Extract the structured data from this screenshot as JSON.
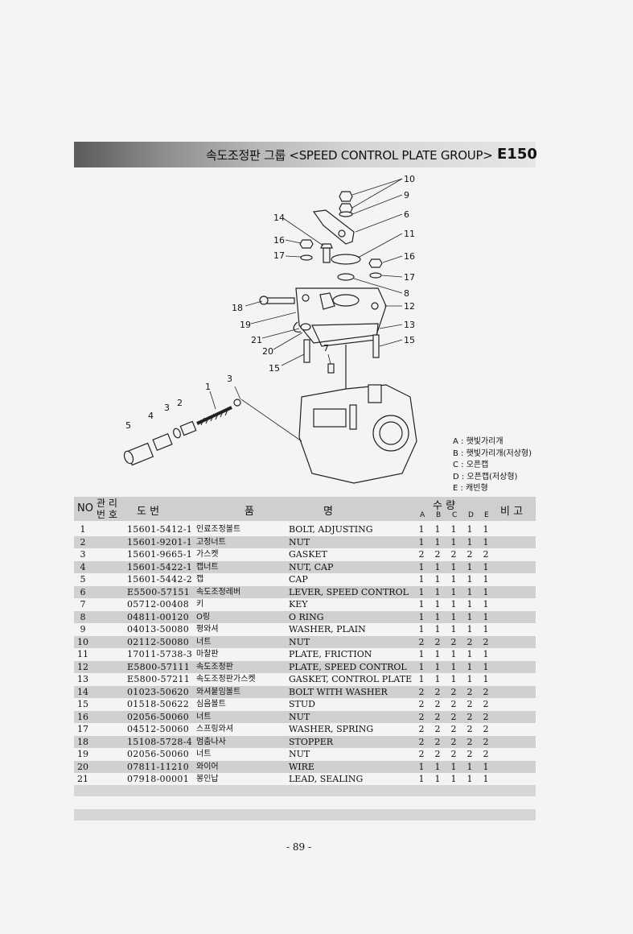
{
  "header": {
    "title": "속도조정판 그룹 <SPEED CONTROL PLATE GROUP>",
    "model": "E150"
  },
  "diagram": {
    "callouts": [
      "10",
      "9",
      "6",
      "14",
      "16",
      "17",
      "11",
      "16",
      "17",
      "8",
      "18",
      "12",
      "19",
      "13",
      "21",
      "15",
      "20",
      "7",
      "15",
      "3",
      "1",
      "3",
      "2",
      "4",
      "5"
    ]
  },
  "legend": [
    "A : 햇빛가리개",
    "B : 햇빛가리개(저상형)",
    "C : 오픈캡",
    "D : 오픈캡(저상형)",
    "E : 캐빈형"
  ],
  "table": {
    "head": {
      "no": "NO",
      "mgmt_top": "관 리",
      "mgmt_bottom": "번 호",
      "part_no": "도   번",
      "name_left": "품",
      "name_right": "명",
      "qty": "수    량",
      "qty_cols": [
        "A",
        "B",
        "C",
        "D",
        "E"
      ],
      "remarks": "비  고"
    },
    "rows": [
      {
        "no": "1",
        "part": "15601-5412-1",
        "kor": "인료조정볼트",
        "eng": "BOLT, ADJUSTING",
        "q": [
          "1",
          "1",
          "1",
          "1",
          "1"
        ]
      },
      {
        "no": "2",
        "part": "15601-9201-1",
        "kor": "고정너트",
        "eng": "NUT",
        "q": [
          "1",
          "1",
          "1",
          "1",
          "1"
        ]
      },
      {
        "no": "3",
        "part": "15601-9665-1",
        "kor": "가스켓",
        "eng": "GASKET",
        "q": [
          "2",
          "2",
          "2",
          "2",
          "2"
        ]
      },
      {
        "no": "4",
        "part": "15601-5422-1",
        "kor": "캡너트",
        "eng": "NUT, CAP",
        "q": [
          "1",
          "1",
          "1",
          "1",
          "1"
        ]
      },
      {
        "no": "5",
        "part": "15601-5442-2",
        "kor": "캡",
        "eng": "CAP",
        "q": [
          "1",
          "1",
          "1",
          "1",
          "1"
        ]
      },
      {
        "no": "6",
        "part": "E5500-57151",
        "kor": "속도조정레버",
        "eng": "LEVER, SPEED CONTROL",
        "q": [
          "1",
          "1",
          "1",
          "1",
          "1"
        ]
      },
      {
        "no": "7",
        "part": "05712-00408",
        "kor": "키",
        "eng": "KEY",
        "q": [
          "1",
          "1",
          "1",
          "1",
          "1"
        ]
      },
      {
        "no": "8",
        "part": "04811-00120",
        "kor": "O링",
        "eng": "O RING",
        "q": [
          "1",
          "1",
          "1",
          "1",
          "1"
        ]
      },
      {
        "no": "9",
        "part": "04013-50080",
        "kor": "평와셔",
        "eng": "WASHER, PLAIN",
        "q": [
          "1",
          "1",
          "1",
          "1",
          "1"
        ]
      },
      {
        "no": "10",
        "part": "02112-50080",
        "kor": "너트",
        "eng": "NUT",
        "q": [
          "2",
          "2",
          "2",
          "2",
          "2"
        ]
      },
      {
        "no": "11",
        "part": "17011-5738-3",
        "kor": "마찰판",
        "eng": "PLATE, FRICTION",
        "q": [
          "1",
          "1",
          "1",
          "1",
          "1"
        ]
      },
      {
        "no": "12",
        "part": "E5800-57111",
        "kor": "속도조정판",
        "eng": "PLATE, SPEED CONTROL",
        "q": [
          "1",
          "1",
          "1",
          "1",
          "1"
        ]
      },
      {
        "no": "13",
        "part": "E5800-57211",
        "kor": "속도조정판가스켓",
        "eng": "GASKET, CONTROL PLATE",
        "q": [
          "1",
          "1",
          "1",
          "1",
          "1"
        ]
      },
      {
        "no": "14",
        "part": "01023-50620",
        "kor": "와셔붙임볼트",
        "eng": "BOLT WITH WASHER",
        "q": [
          "2",
          "2",
          "2",
          "2",
          "2"
        ]
      },
      {
        "no": "15",
        "part": "01518-50622",
        "kor": "심음볼트",
        "eng": "STUD",
        "q": [
          "2",
          "2",
          "2",
          "2",
          "2"
        ]
      },
      {
        "no": "16",
        "part": "02056-50060",
        "kor": "너트",
        "eng": "NUT",
        "q": [
          "2",
          "2",
          "2",
          "2",
          "2"
        ]
      },
      {
        "no": "17",
        "part": "04512-50060",
        "kor": "스프링와셔",
        "eng": "WASHER, SPRING",
        "q": [
          "2",
          "2",
          "2",
          "2",
          "2"
        ]
      },
      {
        "no": "18",
        "part": "15108-5728-4",
        "kor": "멈춤나사",
        "eng": "STOPPER",
        "q": [
          "2",
          "2",
          "2",
          "2",
          "2"
        ]
      },
      {
        "no": "19",
        "part": "02056-50060",
        "kor": "너트",
        "eng": "NUT",
        "q": [
          "2",
          "2",
          "2",
          "2",
          "2"
        ]
      },
      {
        "no": "20",
        "part": "07811-11210",
        "kor": "와이어",
        "eng": "WIRE",
        "q": [
          "1",
          "1",
          "1",
          "1",
          "1"
        ]
      },
      {
        "no": "21",
        "part": "07918-00001",
        "kor": "봉인납",
        "eng": "LEAD, SEALING",
        "q": [
          "1",
          "1",
          "1",
          "1",
          "1"
        ]
      }
    ]
  },
  "page_number": "- 89 -"
}
